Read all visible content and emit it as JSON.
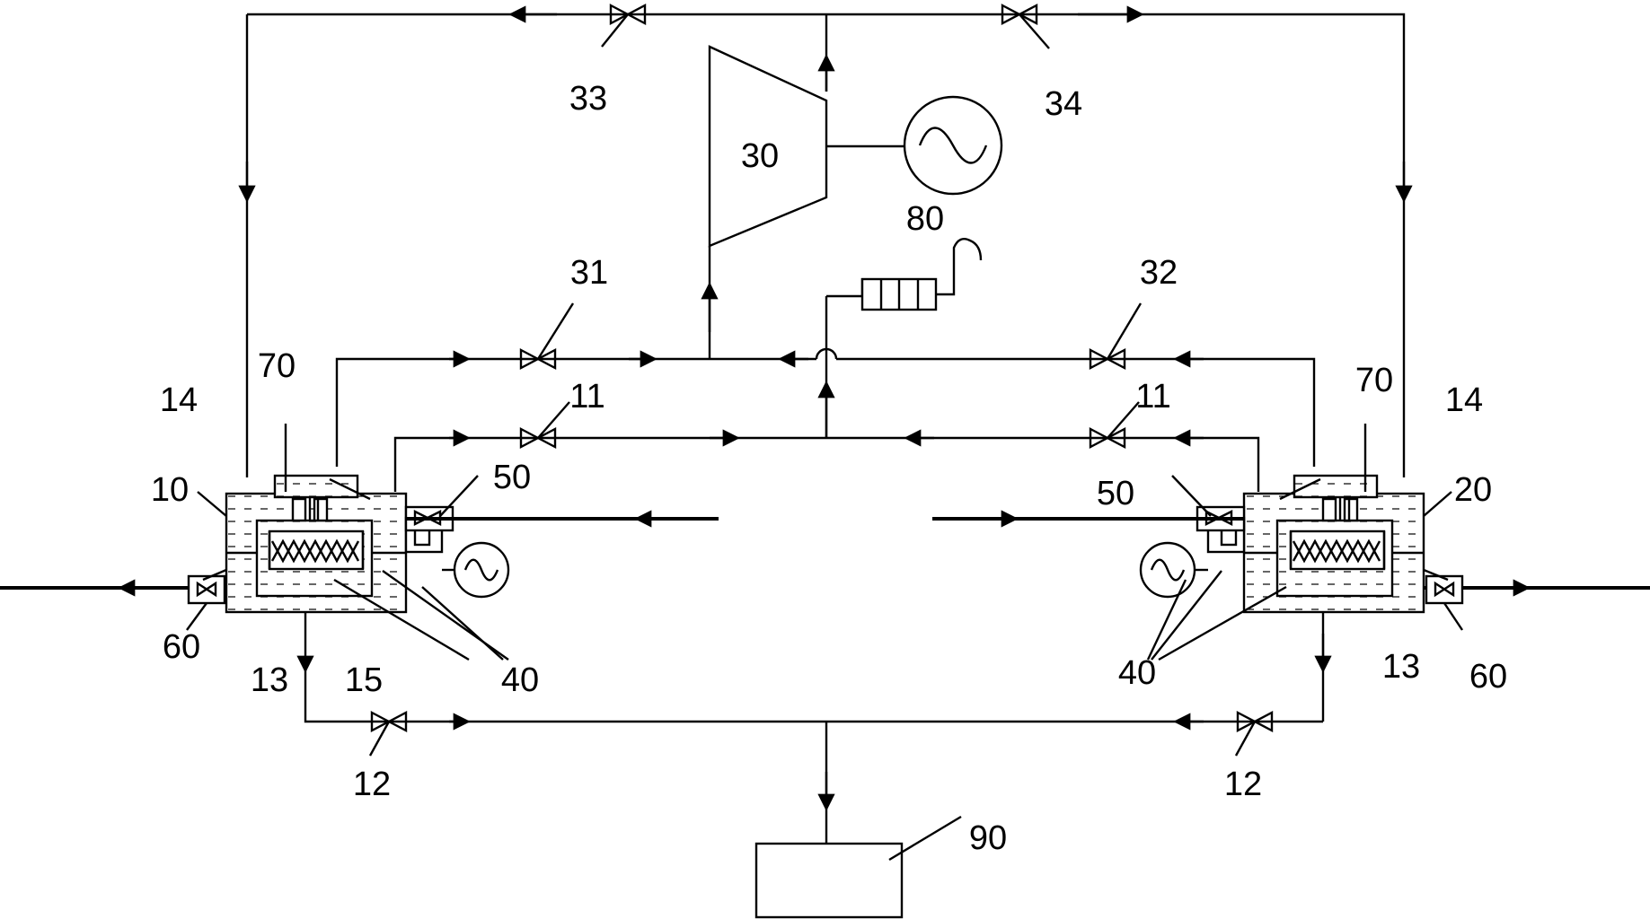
{
  "labels": {
    "left_tank": "10",
    "right_tank": "20",
    "turbine": "30",
    "valve_31": "31",
    "valve_32": "32",
    "valve_33": "33",
    "valve_34": "34",
    "valve_11_left": "11",
    "valve_11_right": "11",
    "valve_12_left": "12",
    "valve_12_right": "12",
    "item_13_left": "13",
    "item_13_right": "13",
    "item_14_left": "14",
    "item_14_right": "14",
    "item_15_left": "15",
    "item_40_left": "40",
    "item_40_right": "40",
    "valve_50_left": "50",
    "valve_50_right": "50",
    "valve_60_left": "60",
    "valve_60_right": "60",
    "item_70_left": "70",
    "item_70_right": "70",
    "item_80": "80",
    "item_90": "90"
  }
}
